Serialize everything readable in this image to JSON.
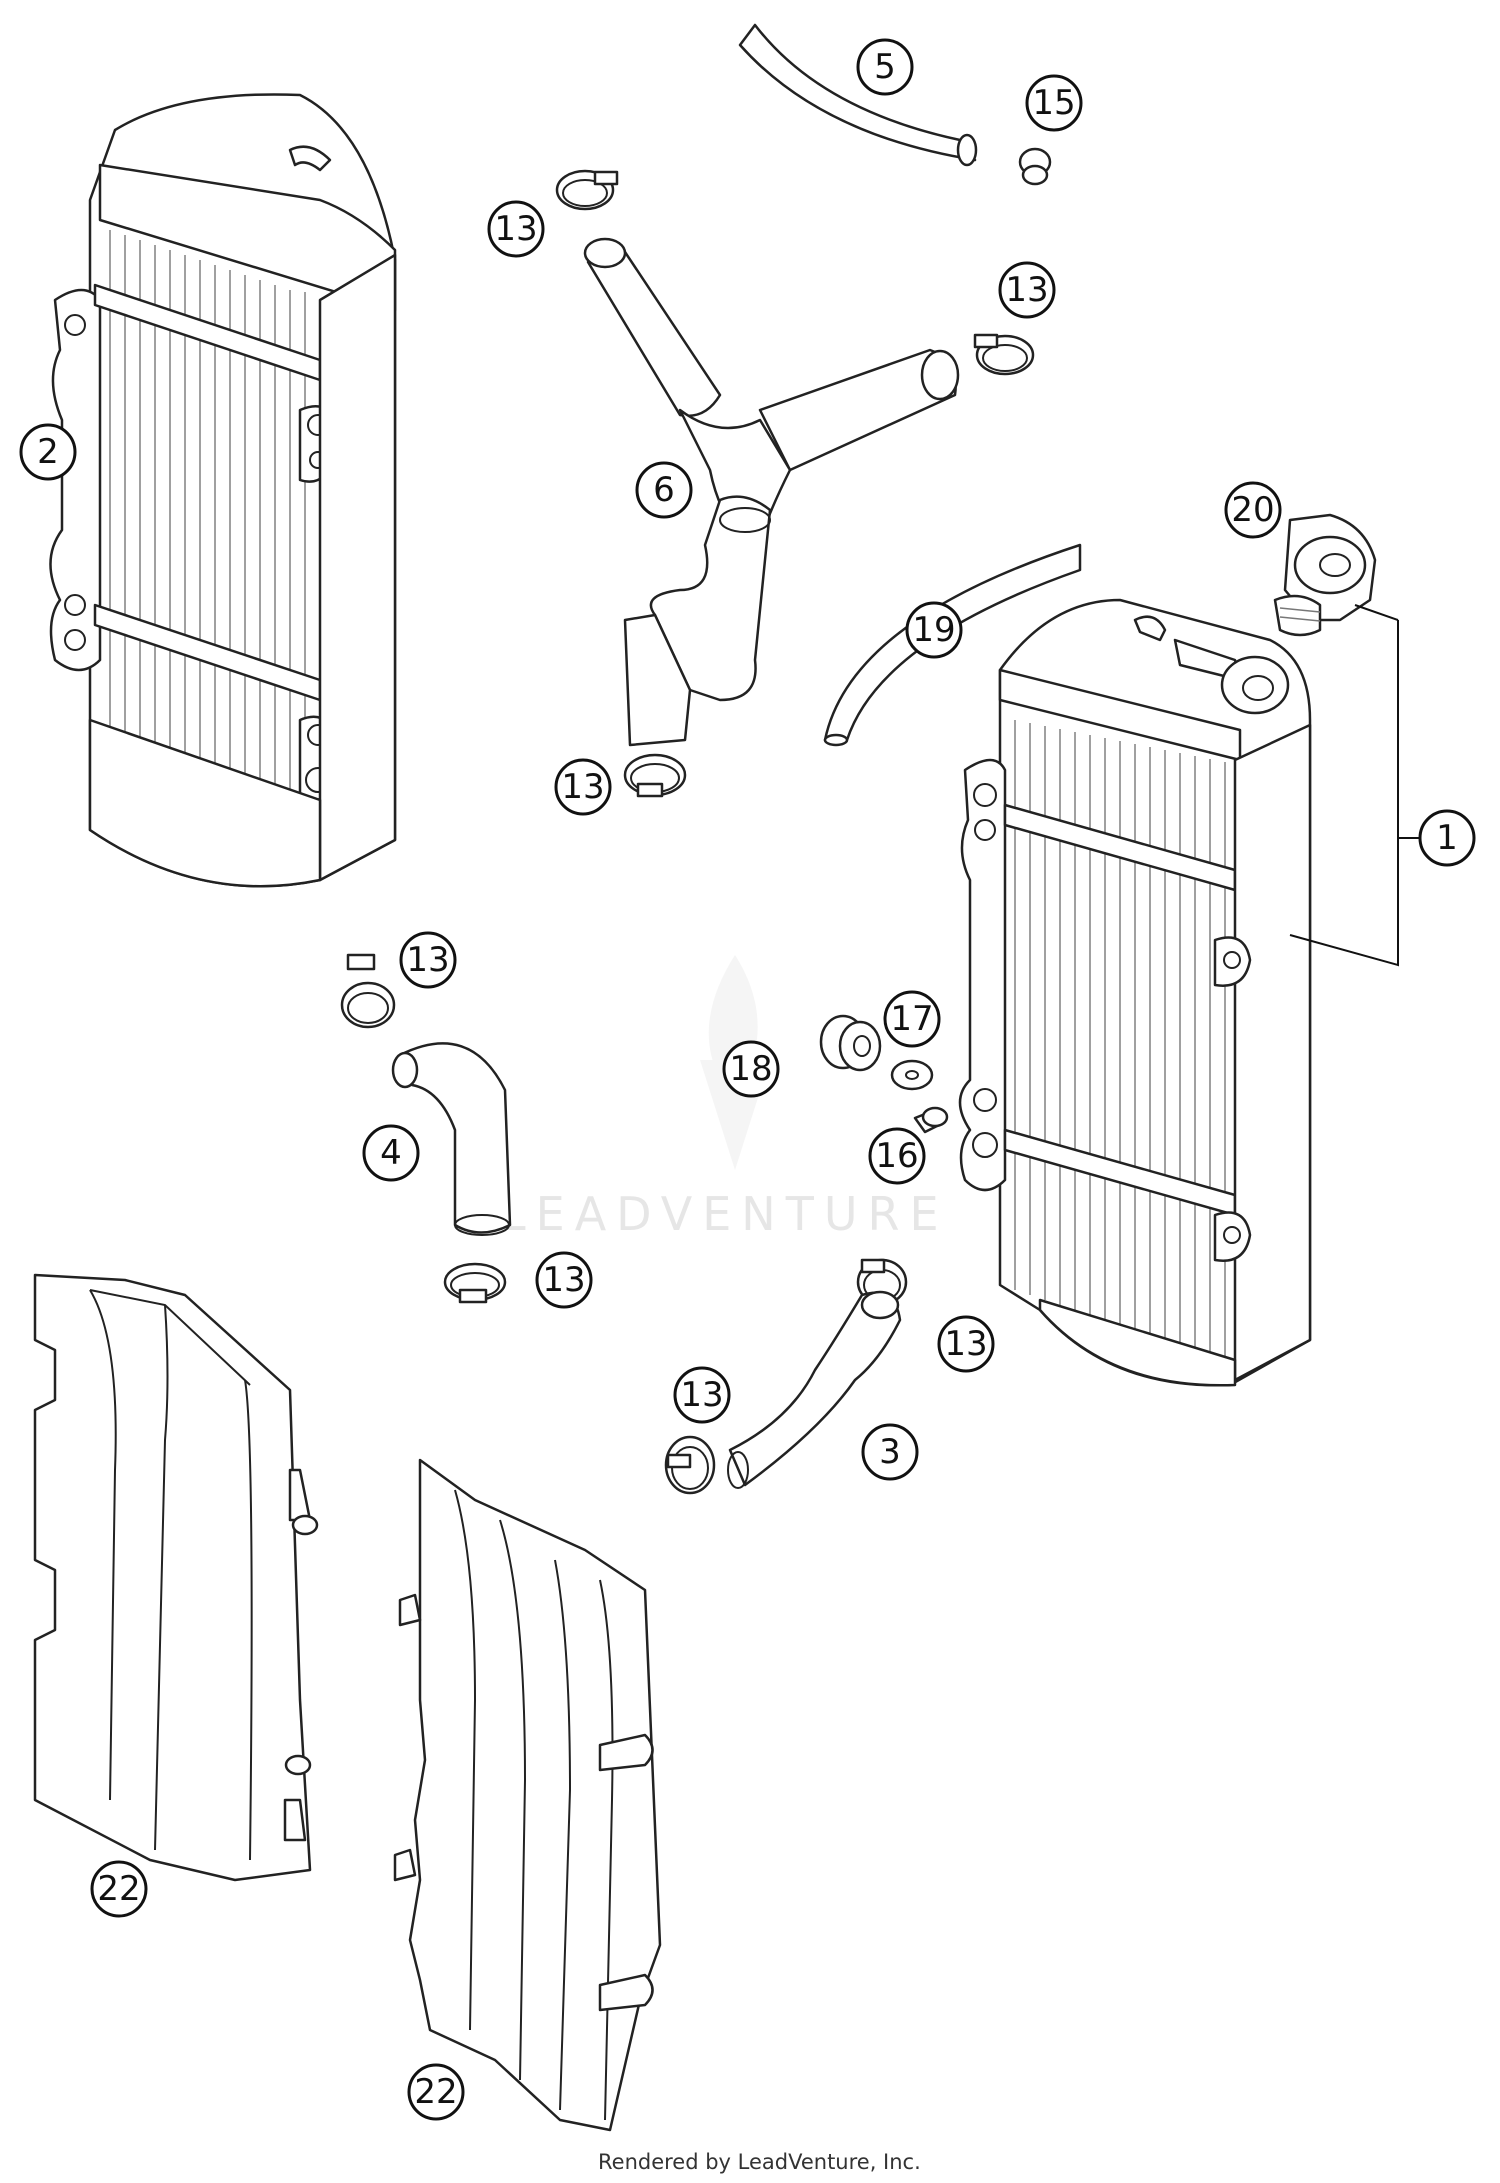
{
  "watermark": "LEADVENTURE",
  "footer": "Rendered by LeadVenture, Inc.",
  "callouts": {
    "c1": "1",
    "c2": "2",
    "c3": "3",
    "c4": "4",
    "c5": "5",
    "c6": "6",
    "c13a": "13",
    "c13b": "13",
    "c13c": "13",
    "c13d": "13",
    "c13e": "13",
    "c13f": "13",
    "c13g": "13",
    "c15": "15",
    "c16": "16",
    "c17": "17",
    "c18": "18",
    "c19": "19",
    "c20": "20",
    "c22a": "22",
    "c22b": "22"
  }
}
